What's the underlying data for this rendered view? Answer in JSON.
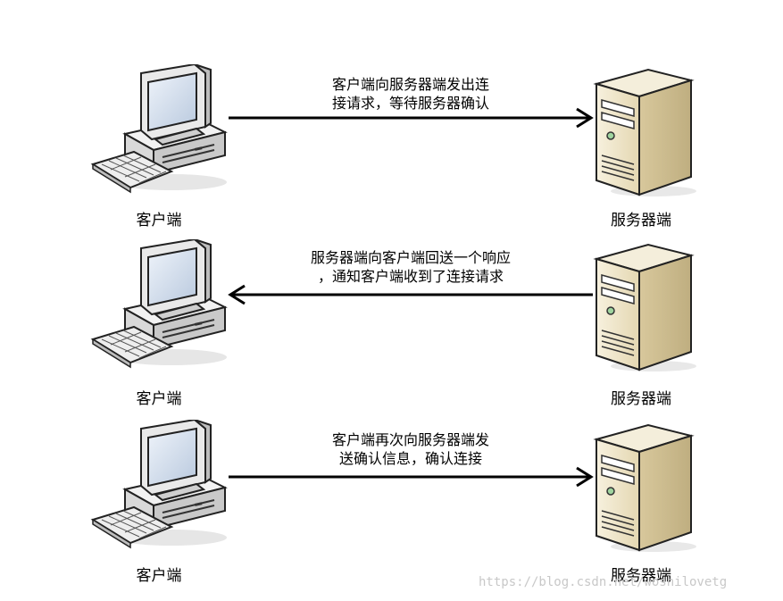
{
  "steps": [
    {
      "client_label": "客户端",
      "server_label": "服务器端",
      "message": "客户端向服务器端发出连\n接请求，等待服务器确认",
      "direction": "to-server"
    },
    {
      "client_label": "客户端",
      "server_label": "服务器端",
      "message": "服务器端向客户端回送一个响应\n，通知客户端收到了连接请求",
      "direction": "to-client"
    },
    {
      "client_label": "客户端",
      "server_label": "服务器端",
      "message": "客户端再次向服务器端发\n送确认信息，确认连接",
      "direction": "to-server"
    }
  ],
  "watermark": "https://blog.csdn.net/woshilovetg"
}
